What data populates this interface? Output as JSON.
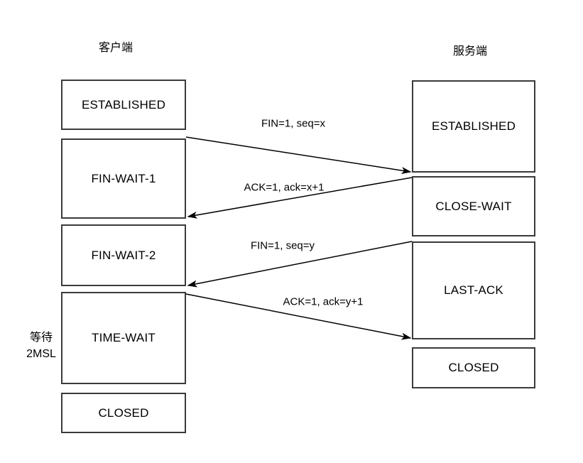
{
  "diagram": {
    "kind": "tcp-four-way-handshake-state-diagram",
    "columns": {
      "client_title": "客户端",
      "server_title": "服务端"
    },
    "client_states": {
      "established": "ESTABLISHED",
      "fin_wait_1": "FIN-WAIT-1",
      "fin_wait_2": "FIN-WAIT-2",
      "time_wait": "TIME-WAIT",
      "closed": "CLOSED"
    },
    "server_states": {
      "established": "ESTABLISHED",
      "close_wait": "CLOSE-WAIT",
      "last_ack": "LAST-ACK",
      "closed": "CLOSED"
    },
    "messages": {
      "fin_seq_x": {
        "label": "FIN=1, seq=x",
        "direction": "client-to-server"
      },
      "ack_x_plus": {
        "label": "ACK=1, ack=x+1",
        "direction": "server-to-client"
      },
      "fin_seq_y": {
        "label": "FIN=1, seq=y",
        "direction": "server-to-client"
      },
      "ack_y_plus": {
        "label": "ACK=1, ack=y+1",
        "direction": "client-to-server"
      }
    },
    "annotation": {
      "line1": "等待",
      "line2": "2MSL"
    },
    "colors": {
      "background": "#ffffff",
      "box_border": "#3a3a3a",
      "arrow_line": "#000000",
      "text": "#000000"
    }
  }
}
